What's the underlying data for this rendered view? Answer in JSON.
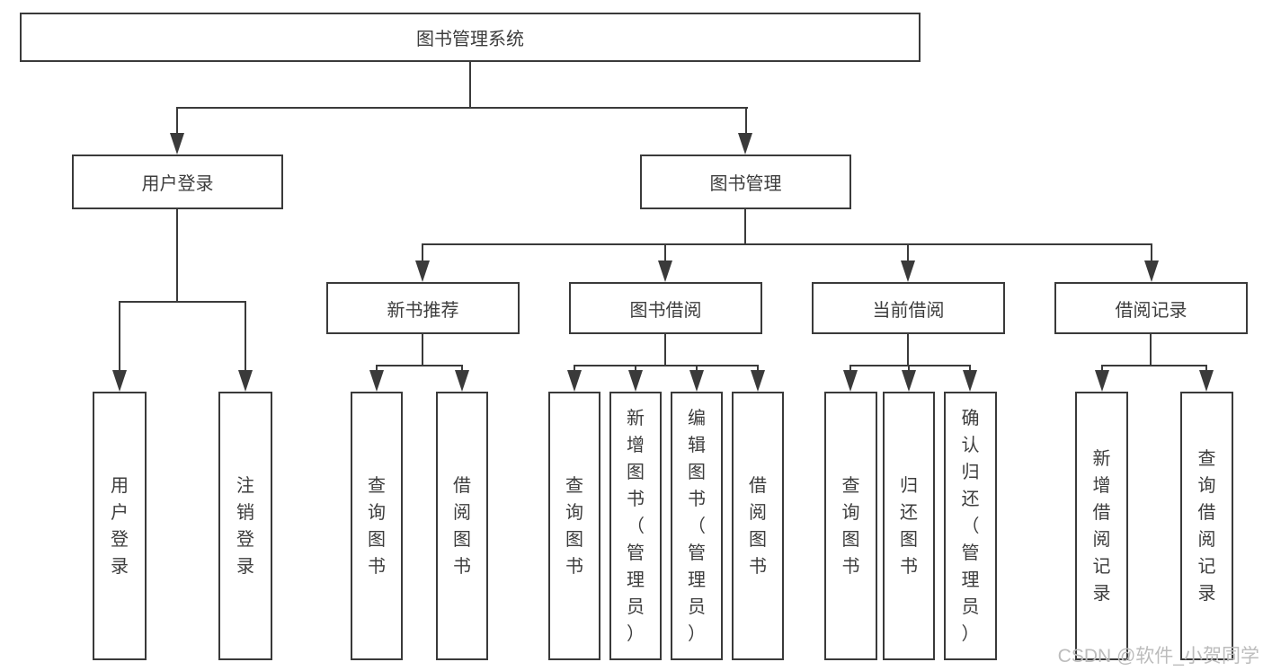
{
  "colors": {
    "line": "#3a3a3a",
    "text": "#3d3d3d",
    "watermark": "#bcbcbc",
    "background": "#ffffff"
  },
  "watermark": "CSDN @软件_小贺同学",
  "tree": {
    "root": {
      "label": "图书管理系统"
    },
    "level1": [
      {
        "label": "用户登录",
        "children": [
          {
            "label": "用户登录"
          },
          {
            "label": "注销登录"
          }
        ]
      },
      {
        "label": "图书管理",
        "children": [
          {
            "label": "新书推荐",
            "children": [
              {
                "label": "查询图书"
              },
              {
                "label": "借阅图书"
              }
            ]
          },
          {
            "label": "图书借阅",
            "children": [
              {
                "label": "查询图书"
              },
              {
                "label": "新增图书（管理员）"
              },
              {
                "label": "编辑图书（管理员）"
              },
              {
                "label": "借阅图书"
              }
            ]
          },
          {
            "label": "当前借阅",
            "children": [
              {
                "label": "查询图书"
              },
              {
                "label": "归还图书"
              },
              {
                "label": "确认归还（管理员）"
              }
            ]
          },
          {
            "label": "借阅记录",
            "children": [
              {
                "label": "新增借阅记录"
              },
              {
                "label": "查询借阅记录"
              }
            ]
          }
        ]
      }
    ]
  }
}
